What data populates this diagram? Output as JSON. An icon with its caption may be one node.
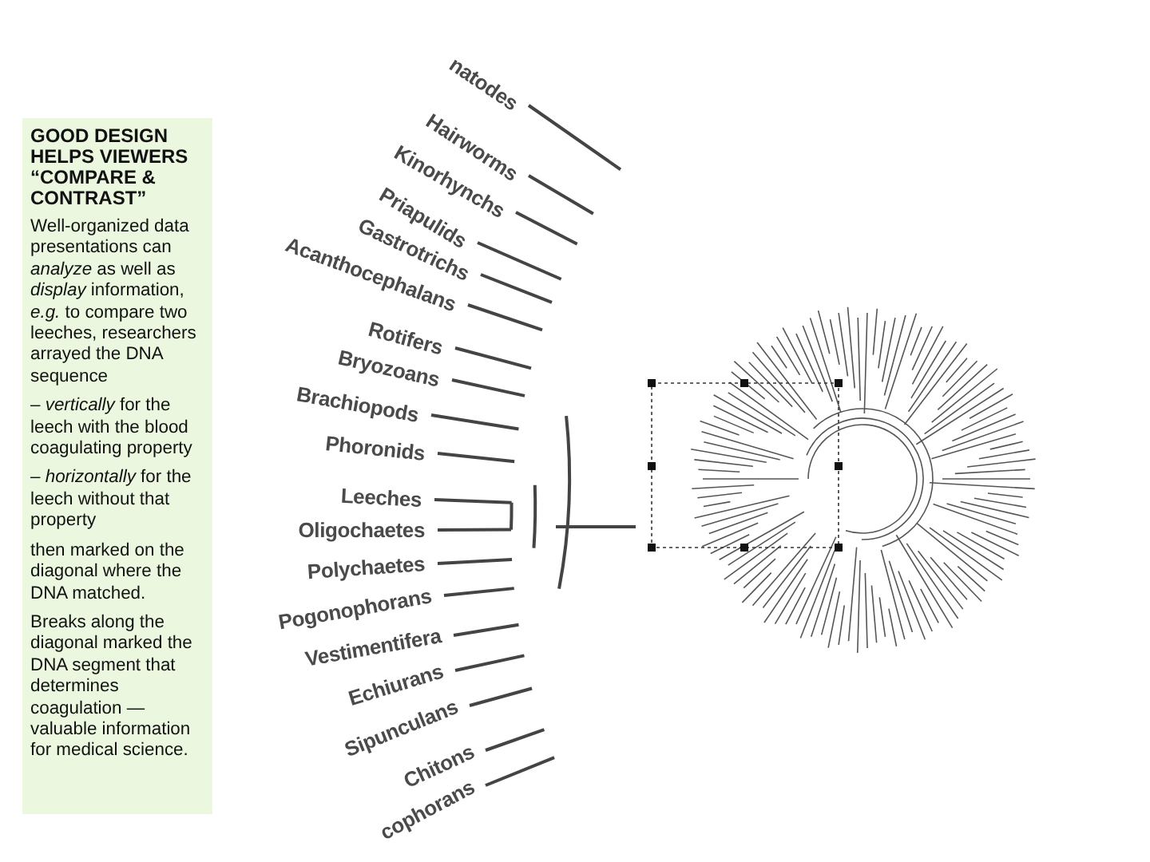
{
  "diagram": {
    "labels": [
      "GOOD DESIGN HELPS VIEWERS “COMPARE & CONTRAST”",
      "Well-organized data presentations can *analyze* as well as *display* information, *e.g.* to compare two leeches, researchers arrayed the DNA sequence",
      "– *vertically* for the leech with the blood coagulating property",
      "– *horizontally* for the leech without that property",
      "then marked on the diagonal where the DNA matched.",
      "Breaks along the diagonal marked the DNA segment that determines coagulation — valuable information for medical science.",
      "natodes",
      "Hairworms",
      "Kinorhynchs",
      "Priapulids",
      "Gastrotrichs",
      "Acanthocephalans",
      "Rotifers",
      "Bryozoans",
      "Brachiopods",
      "Phoronids",
      "Leeches",
      "Oligochaetes",
      "Polychaetes",
      "Pogonophorans",
      "Vestimentifera",
      "Echiurans",
      "Sipunculans",
      "Chitons",
      "cophorans"
    ]
  }
}
